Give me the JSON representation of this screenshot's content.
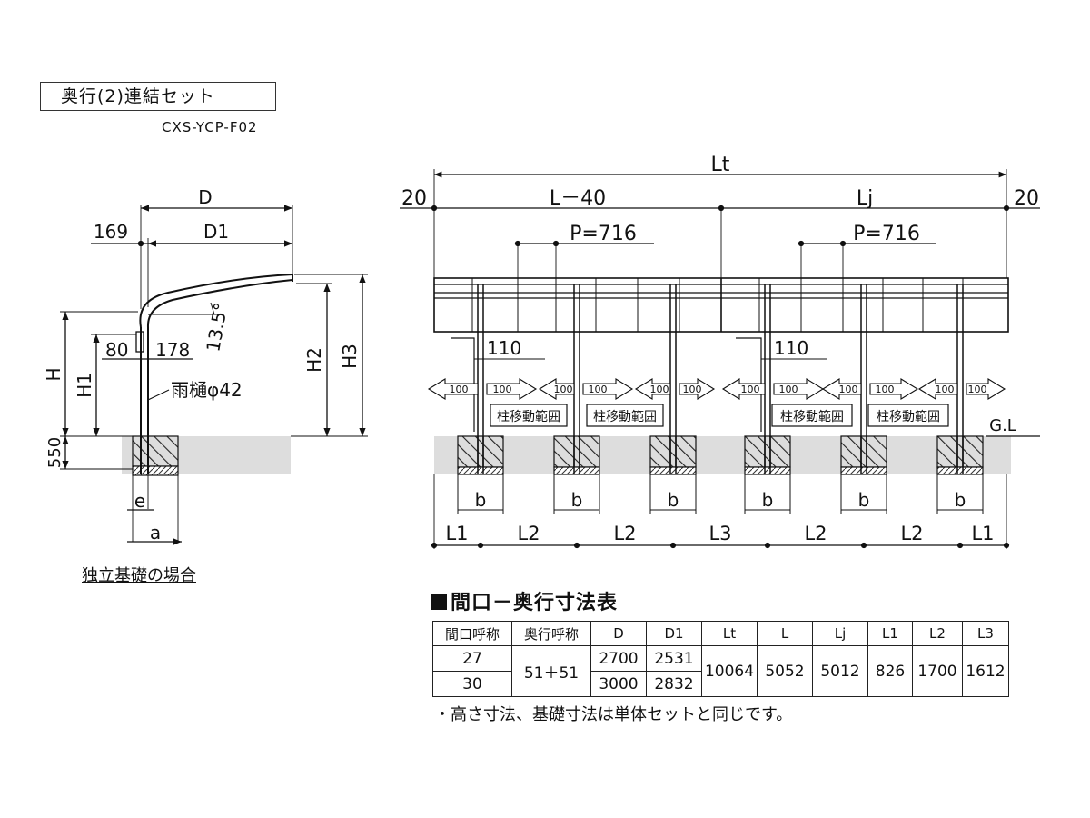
{
  "header": {
    "title": "奥行(2)連結セット",
    "model": "CXS-YCP-F02"
  },
  "side_view": {
    "D": "D",
    "D1": "D1",
    "offset": "169",
    "angle": "13.5°",
    "gutter_w": "80",
    "gutter_d": "178",
    "gutter": "雨樋φ42",
    "H": "H",
    "H1": "H1",
    "H2": "H2",
    "H3": "H3",
    "depth": "550",
    "e": "e",
    "a": "a",
    "caption": "独立基礎の場合"
  },
  "front_view": {
    "Lt": "Lt",
    "left_edge": "20",
    "right_edge": "20",
    "L40": "L－40",
    "Lj": "Lj",
    "pitch": "P=716",
    "gutter_offset": "110",
    "shift": "100",
    "range": "柱移動範囲",
    "gl": "G.L",
    "b": "b",
    "L1": "L1",
    "L2": "L2",
    "L3": "L3"
  },
  "table": {
    "title": "間口－奥行寸法表",
    "headers": [
      "間口呼称",
      "奥行呼称",
      "D",
      "D1",
      "Lt",
      "L",
      "Lj",
      "L1",
      "L2",
      "L3"
    ],
    "rows": [
      {
        "w": "27",
        "D": "2700",
        "D1": "2531"
      },
      {
        "w": "30",
        "D": "3000",
        "D1": "2832"
      }
    ],
    "shared": {
      "depth": "51＋51",
      "Lt": "10064",
      "L": "5052",
      "Lj": "5012",
      "L1": "826",
      "L2": "1700",
      "L3": "1612"
    }
  },
  "note": "・高さ寸法、基礎寸法は単体セットと同じです。"
}
